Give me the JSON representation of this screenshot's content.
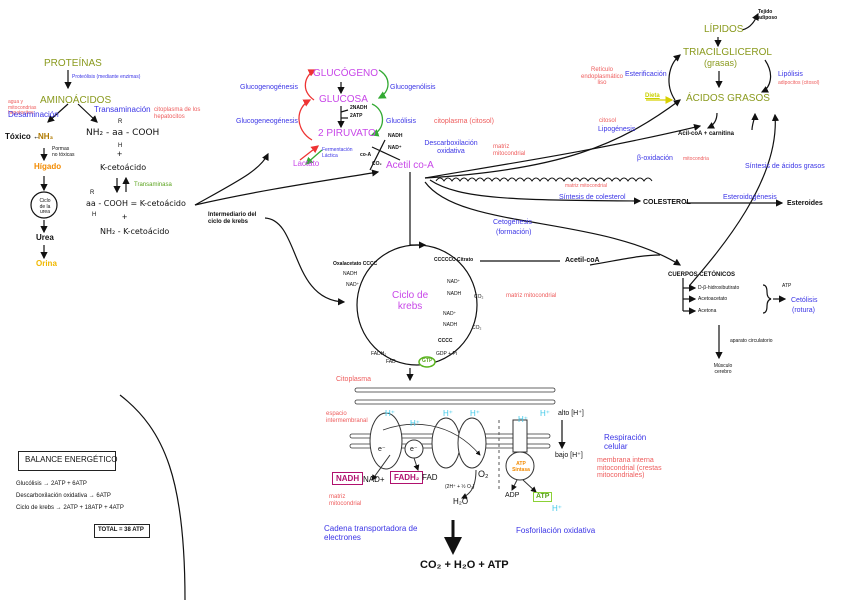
{
  "proteins": {
    "title": "PROTEÍNAS",
    "proteolysis": "Proteólisis (mediante enzimas)",
    "amino_acids": "AMINOÁCIDOS",
    "deamination_location": "agua y mitocondrias hepatocitos",
    "deamination": "Desaminación",
    "transamination": "Transaminación",
    "transamination_location": "citoplasma de los hepatocitos",
    "toxic": "Tóxico ←",
    "ammonia": "NH₃",
    "ammonia_note": "Pormas no tóxicas",
    "liver": "Hígado",
    "urea_cycle": "Ciclo de la urea",
    "urea": "Urea",
    "urine": "Orina",
    "aa_formula": "NH₂ - aa - COOH",
    "r_group": "R",
    "h_group": "H",
    "plus": "+",
    "keto_acid_1": "K-cetoácido",
    "transaminase": "Transaminasa",
    "aa_keto_formula": "aa - COOH = K-cetoácido",
    "amino_keto": "NH₂ - K-cetoácido",
    "krebs_intermediate": "Intermediario del ciclo de krebs"
  },
  "carbohydrates": {
    "glycogen": "GLUCÓGENO",
    "glucose": "GLUCOSA",
    "pyruvate": "2 PIRUVATO",
    "lactate": "Lactato",
    "acetyl_coa": "Acetil co-A",
    "glycogenesis": "Glucogenogénesis",
    "glycogenolysis": "Glucogenólisis",
    "gluconeogenesis": "Glucogeneogénesis",
    "glycolysis": "Glucólisis",
    "glycolysis_products": [
      "2NADH",
      "2ATP"
    ],
    "lactic_fermentation": "Fermentación Láctica",
    "cytoplasm": "citoplasma (citosol)",
    "oxidative_decarboxylation": "Descarboxilación oxidativa",
    "decarboxylation_location": "matriz mitocondrial",
    "pdh_labels": [
      "NADH",
      "NAD⁺",
      "co-A",
      "CO₂"
    ]
  },
  "lipids": {
    "lipids": "LÍPIDOS",
    "adipose": "Tejido adiposo",
    "triacylglycerol": "TRIACILGLICEROL",
    "fats": "(grasas)",
    "fatty_acids": "ÁCIDOS GRASOS",
    "esterification": "Esterificación",
    "smooth_er": "Retículo endoplasmático liso",
    "lipolysis": "Lipólisis",
    "lipolysis_location": "adipocitos (citosol)",
    "diet": "Dieta",
    "cytosol": "citosol",
    "lipogenesis": "Lipogénesis",
    "acyl_coa": "Acil-coA + carnitina",
    "beta_oxidation": "β-oxidación",
    "beta_location": "mitocondria",
    "fatty_acid_synthesis": "Síntesis de ácidos grasos",
    "matrix_label": "matriz mitocondrial",
    "cholesterol_synthesis": "Síntesis de colesterol",
    "cholesterol": "COLESTEROL",
    "steroidogenesis": "Esteroidogénesis",
    "steroids": "Esteroides",
    "ketogenesis": "Cetogénesis",
    "ketogenesis_sub": "(formación)",
    "acetyl_coa_2": "Acetil-coA"
  },
  "ketone_bodies": {
    "title": "CUERPOS CETÓNICOS",
    "items": [
      "D-β-hidroxibutirato",
      "Acetoacetato",
      "Acetona"
    ],
    "atp": "ATP",
    "ketolysis": "Cetólisis",
    "ketolysis_sub": "(rotura)",
    "circulation": "aparato circulatorio",
    "target": "Músculo cerebro"
  },
  "krebs": {
    "title_line1": "Ciclo de",
    "title_line2": "krebs",
    "location": "matriz mitocondrial",
    "oxaloacetate": "Oxalacetato CCCC",
    "citrate": "CCCCCC Citrato",
    "four_carbon": "CCCC",
    "gdp": "GDP + Pi",
    "gtp": "GTP",
    "labels": [
      "NADH",
      "NAD⁺",
      "NAD⁺",
      "NADH",
      "CO₂",
      "NAD⁺",
      "NADH",
      "CO₂",
      "FADH₂",
      "FAD"
    ]
  },
  "etc": {
    "cytoplasm": "Citoplasma",
    "intermembrane": "espacio intermembranal",
    "matrix": "matriz mitocondrial",
    "hplus": "H⁺",
    "electron": "e⁻",
    "nadh": "NADH",
    "nad": "NAD+",
    "fadh2": "FADH₂",
    "fad": "FAD",
    "o2": "O₂",
    "h2o": "H₂O",
    "o2_note": "(2H⁺ + ½ O₂)",
    "atp_synthase": "ATP Sintasa",
    "adp": "ADP",
    "atp": "ATP",
    "high_h": "alto [H⁺]",
    "low_h": "bajo [H⁺]",
    "cellular_respiration": "Respiración celular",
    "respiration_location": "membrana interna mitocondrial (crestas mitocondriales)",
    "etc_label": "Cadena transportadora de electrones",
    "oxphos": "Fosforilación oxidativa",
    "final_products": "CO₂ + H₂O + ATP"
  },
  "balance": {
    "title": "BALANCE ENERGÉTICO",
    "rows": [
      "Glucólisis → 2ATP + 6ATP",
      "Descarboxilación oxidativa → 6ATP",
      "Ciclo de krebs →    2ATP + 18ATP + 4ATP"
    ],
    "total": "TOTAL = 38 ATP"
  }
}
